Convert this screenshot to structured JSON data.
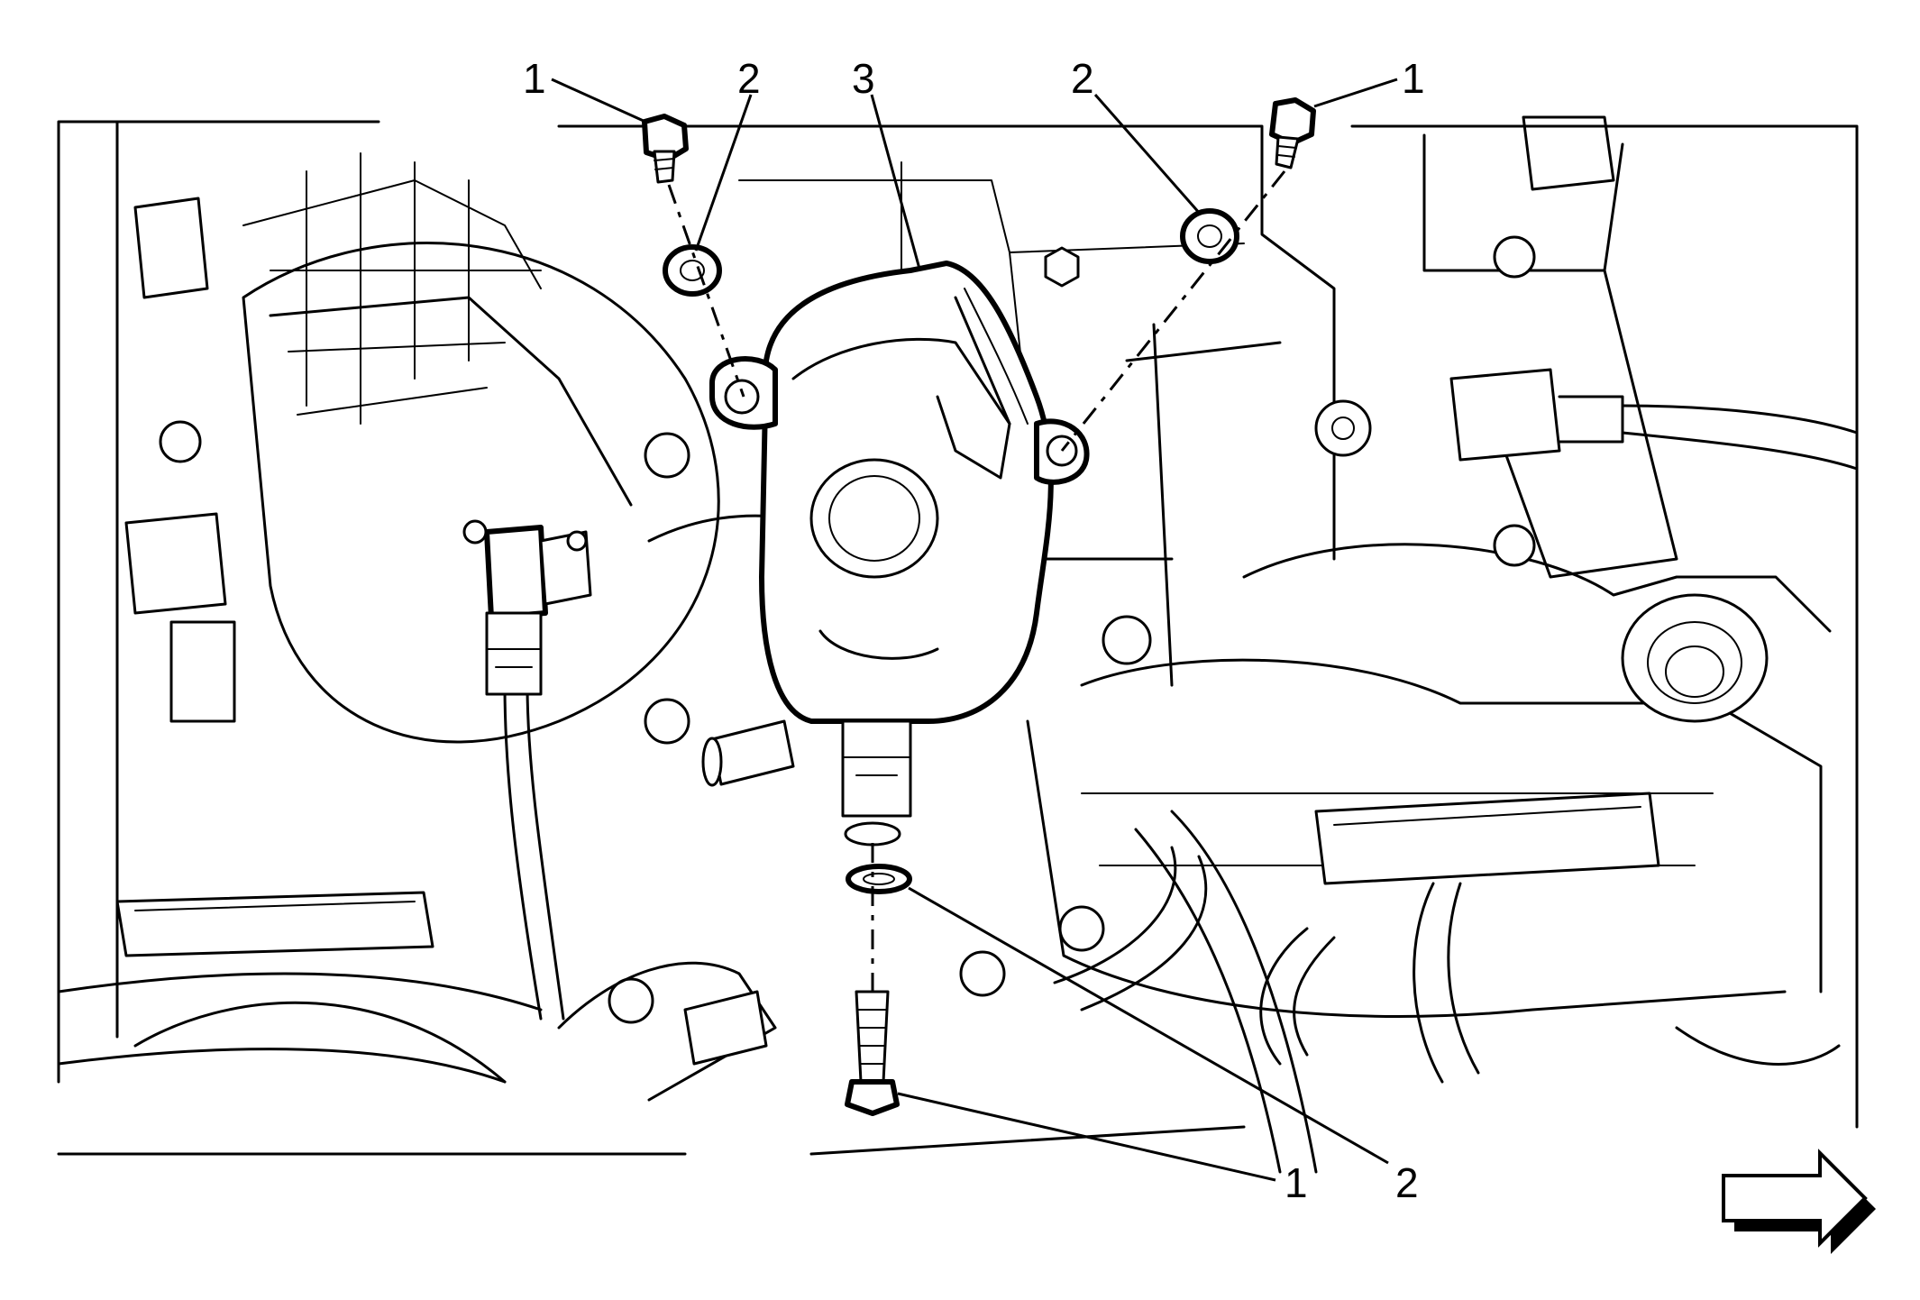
{
  "callouts": [
    {
      "label": "1"
    },
    {
      "label": "2"
    },
    {
      "label": "3"
    },
    {
      "label": "2"
    },
    {
      "label": "1"
    },
    {
      "label": "1"
    },
    {
      "label": "2"
    }
  ],
  "colors": {
    "line": "#000000",
    "background": "#ffffff"
  },
  "icons": {
    "direction_arrow": "right-arrow-icon"
  }
}
